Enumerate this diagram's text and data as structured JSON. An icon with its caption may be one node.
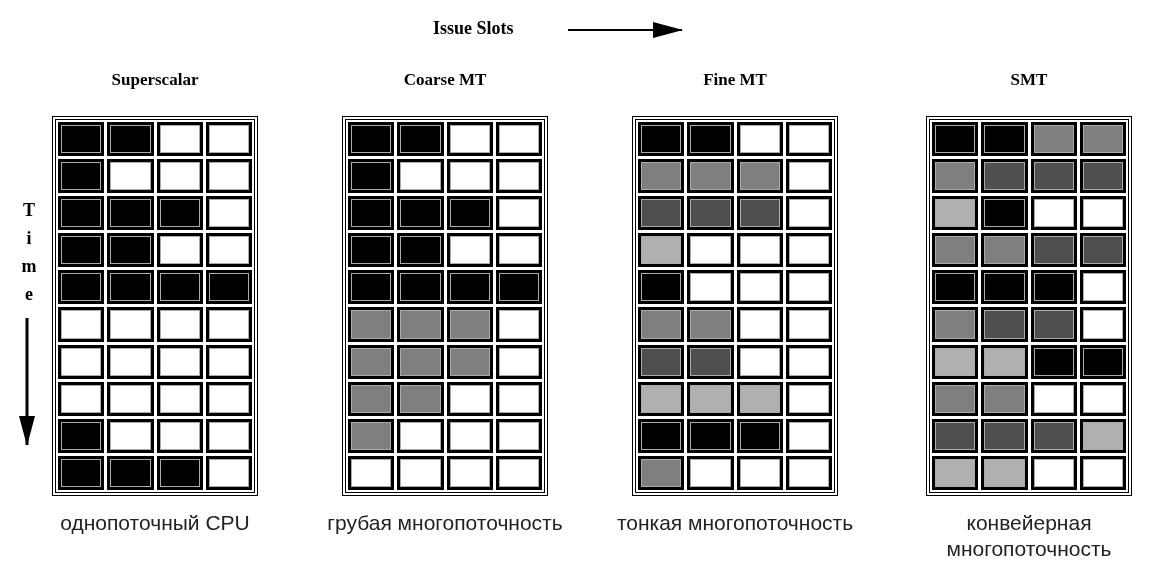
{
  "diagram": {
    "nodes": [
      {
        "text": [
          "Superscalar"
        ],
        "beside": [
          "однопоточный CPU"
        ]
      },
      {
        "text": [
          "Coarse MT"
        ],
        "beside": [
          "грубая многопоточность"
        ]
      },
      {
        "text": [
          "Fine MT"
        ],
        "beside": [
          "тонкая многопоточность"
        ]
      },
      {
        "text": [
          "SMT"
        ],
        "beside": [
          "конвейерная многопоточность"
        ]
      }
    ],
    "labels": [
      "Issue Slots",
      "Time"
    ]
  }
}
